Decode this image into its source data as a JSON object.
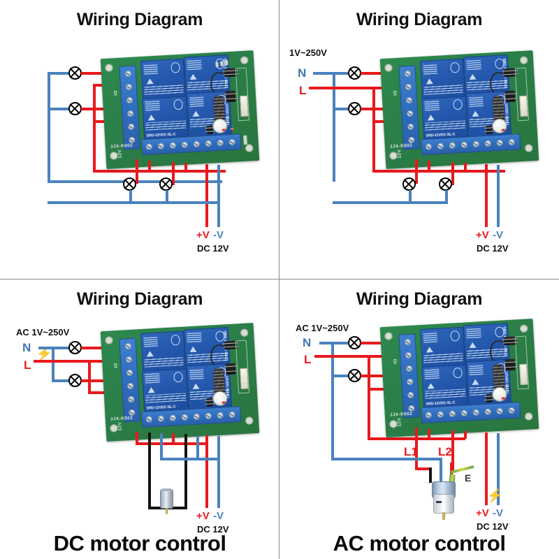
{
  "document": {
    "type": "wiring-diagram-sheet",
    "panel_count": 4,
    "product": "4-channel 12V RF relay module (JJX-K602)"
  },
  "colors": {
    "wire_live_red": "#e8191c",
    "wire_neutral_blue": "#4a82bd",
    "wire_black": "#141414",
    "earth_green_yellow": "#6aa84f",
    "pcb_green": "#2b8049",
    "relay_blue": "#2458ad",
    "divider_gray": "#8a8a8a",
    "bolt_yellow": "#ffd21e"
  },
  "panels": [
    {
      "id": "top-left",
      "title": "Wiring Diagram",
      "caption": "",
      "supply_label": "",
      "terminal_labels": [],
      "power": {
        "positive": "+V",
        "negative": "-V",
        "rating": "DC 12V"
      },
      "lamp_count": 4,
      "description": "Four lamps driven by the four relay channels, DC 12V supply"
    },
    {
      "id": "top-right",
      "title": "Wiring Diagram",
      "caption": "",
      "supply_label": "1V~250V",
      "terminal_labels": [
        "N",
        "L"
      ],
      "power": {
        "positive": "+V",
        "negative": "-V",
        "rating": "DC 12V"
      },
      "lamp_count": 4,
      "description": "Mains 1V~250V with Neutral and Live feeding four lamps"
    },
    {
      "id": "bottom-left",
      "title": "Wiring Diagram",
      "caption": "DC motor control",
      "supply_label": "AC 1V~250V",
      "terminal_labels": [
        "N",
        "L"
      ],
      "power": {
        "positive": "+V",
        "negative": "-V",
        "rating": "DC 12V"
      },
      "lamp_count": 2,
      "load": "DC motor",
      "description": "Two lamps plus a DC motor wired for forward/reverse control"
    },
    {
      "id": "bottom-right",
      "title": "Wiring Diagram",
      "caption": "AC motor control",
      "supply_label": "AC 1V~250V",
      "terminal_labels": [
        "N",
        "L"
      ],
      "motor_terminals": [
        "L1",
        "L2",
        "E"
      ],
      "power": {
        "positive": "+V",
        "negative": "-V",
        "rating": "DC 12V"
      },
      "lamp_count": 2,
      "load": "AC motor",
      "description": "Two lamps plus an AC motor with L1, L2 and Earth connections"
    }
  ],
  "board": {
    "silkscreen_model": "JJX-K602",
    "silkscreen_voltage": "12V",
    "silkscreen_channel": "IO",
    "relay_part_number": "SRD-12VDC-SL-C",
    "relay_rating_lines": [
      "10A 250VAC  10A 125VAC",
      "10A  30VDC  10A  28VDC"
    ],
    "relay_count": 4,
    "left_terminal_screws": 6,
    "bottom_terminal_screws": 8,
    "features": [
      "rf-antenna-coil",
      "push-button",
      "jst-connector",
      "status-led"
    ]
  },
  "icons": {
    "lamp": "lamp-cross-circle",
    "bolt": "⚡",
    "earth": "E"
  }
}
